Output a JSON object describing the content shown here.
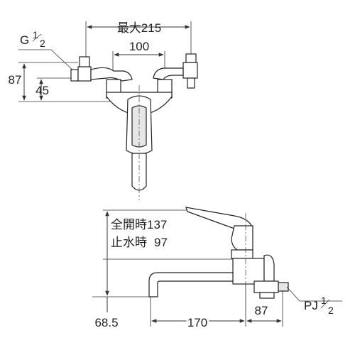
{
  "front_view": {
    "label_max_width": "最大215",
    "label_center_distance": "100",
    "label_thread_prefix": "G",
    "label_thread_num": "1",
    "label_thread_den": "2",
    "label_height_87": "87",
    "label_height_45": "45"
  },
  "side_view": {
    "label_full_open": "全開時137",
    "label_stop_prefix": "止水時",
    "label_stop_value": "97",
    "label_bottom_685": "68.5",
    "label_spout_170": "170",
    "label_offset_87": "87",
    "label_pj_prefix": "PJ",
    "label_pj_num": "1",
    "label_pj_den": "2"
  }
}
